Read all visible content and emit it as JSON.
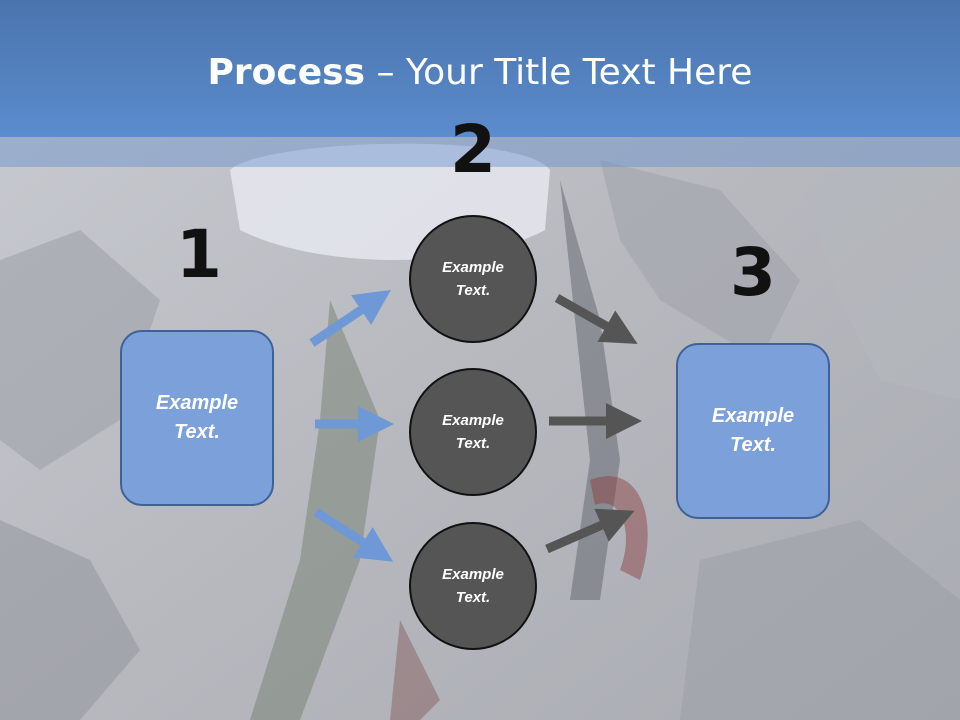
{
  "title": {
    "bold": "Process",
    "rest": " – Your Title Text Here"
  },
  "numbers": [
    "1",
    "2",
    "3"
  ],
  "left_box": {
    "line1": "Example",
    "line2": "Text."
  },
  "circles": [
    {
      "line1": "Example",
      "line2": "Text."
    },
    {
      "line1": "Example",
      "line2": "Text."
    },
    {
      "line1": "Example",
      "line2": "Text."
    }
  ],
  "right_box": {
    "line1": "Example",
    "line2": "Text."
  },
  "colors": {
    "blue_arrow": "#6f98d6",
    "gray_arrow": "#555555",
    "box": "#7ba0da",
    "circle": "#555555"
  }
}
